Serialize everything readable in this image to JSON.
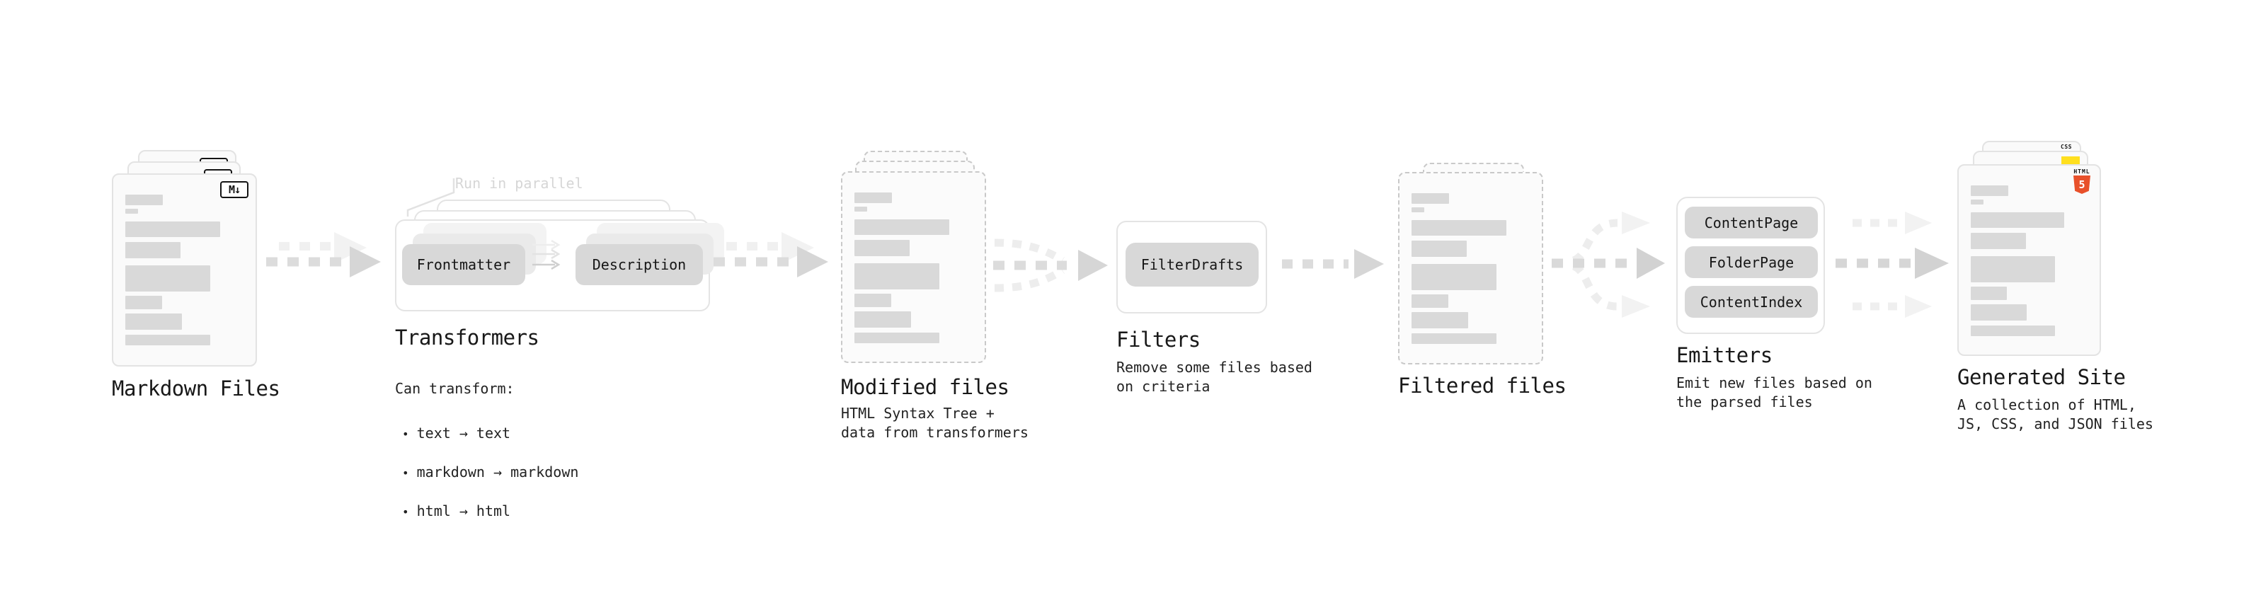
{
  "sections": {
    "markdown_files": {
      "label": "Markdown Files",
      "badge": "M↓"
    },
    "transformers": {
      "label": "Transformers",
      "note": "Run in parallel",
      "pills": [
        "Frontmatter",
        "Description"
      ],
      "desc_heading": "Can transform:",
      "bullets": [
        "text → text",
        "markdown → markdown",
        "html → html"
      ]
    },
    "modified_files": {
      "label": "Modified files",
      "desc": "HTML Syntax Tree +\ndata from transformers"
    },
    "filters": {
      "label": "Filters",
      "pills": [
        "FilterDrafts"
      ],
      "desc": "Remove some files based\non criteria"
    },
    "filtered_files": {
      "label": "Filtered files"
    },
    "emitters": {
      "label": "Emitters",
      "pills": [
        "ContentPage",
        "FolderPage",
        "ContentIndex"
      ],
      "desc": "Emit new files based on\nthe parsed files"
    },
    "generated_site": {
      "label": "Generated Site",
      "desc": "A collection of HTML,\nJS, CSS, and JSON files",
      "badges": {
        "html5_text": "HTML",
        "html5_number": "5",
        "css_text": "CSS"
      }
    }
  },
  "colors": {
    "html5_orange": "#e8502a",
    "js_yellow": "#ffdf1e",
    "css_blue": "#2d63e8"
  }
}
